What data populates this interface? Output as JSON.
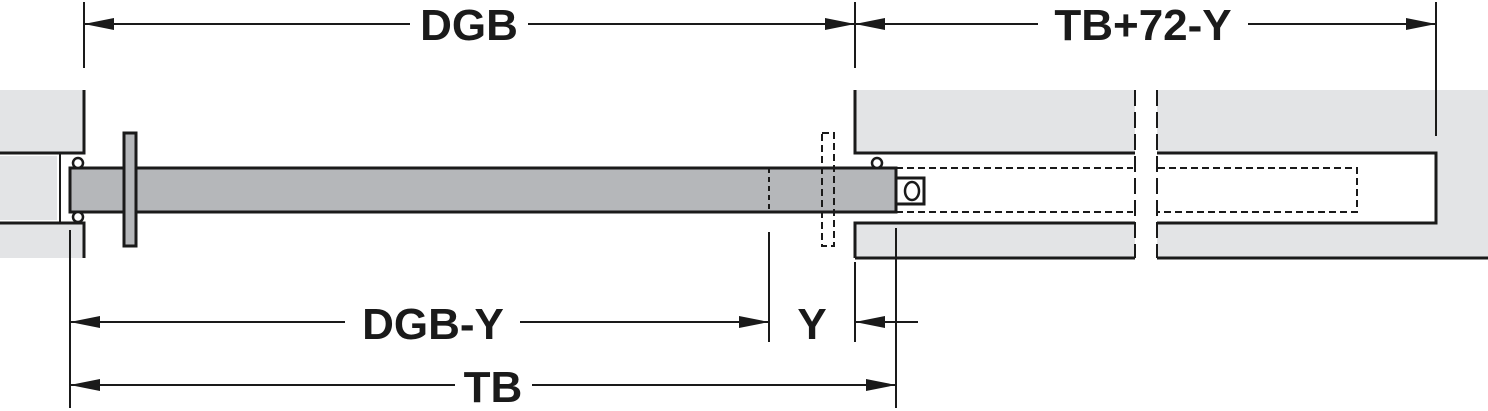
{
  "diagram": {
    "labels": {
      "dgb": "DGB",
      "tb_plus": "TB+72-Y",
      "dgb_minus_y": "DGB-Y",
      "y": "Y",
      "tb": "TB"
    },
    "colors": {
      "line": "#1a1a1a",
      "panel_fill": "#e3e4e6",
      "bar_fill": "#b5b7ba",
      "background": "#ffffff"
    }
  }
}
